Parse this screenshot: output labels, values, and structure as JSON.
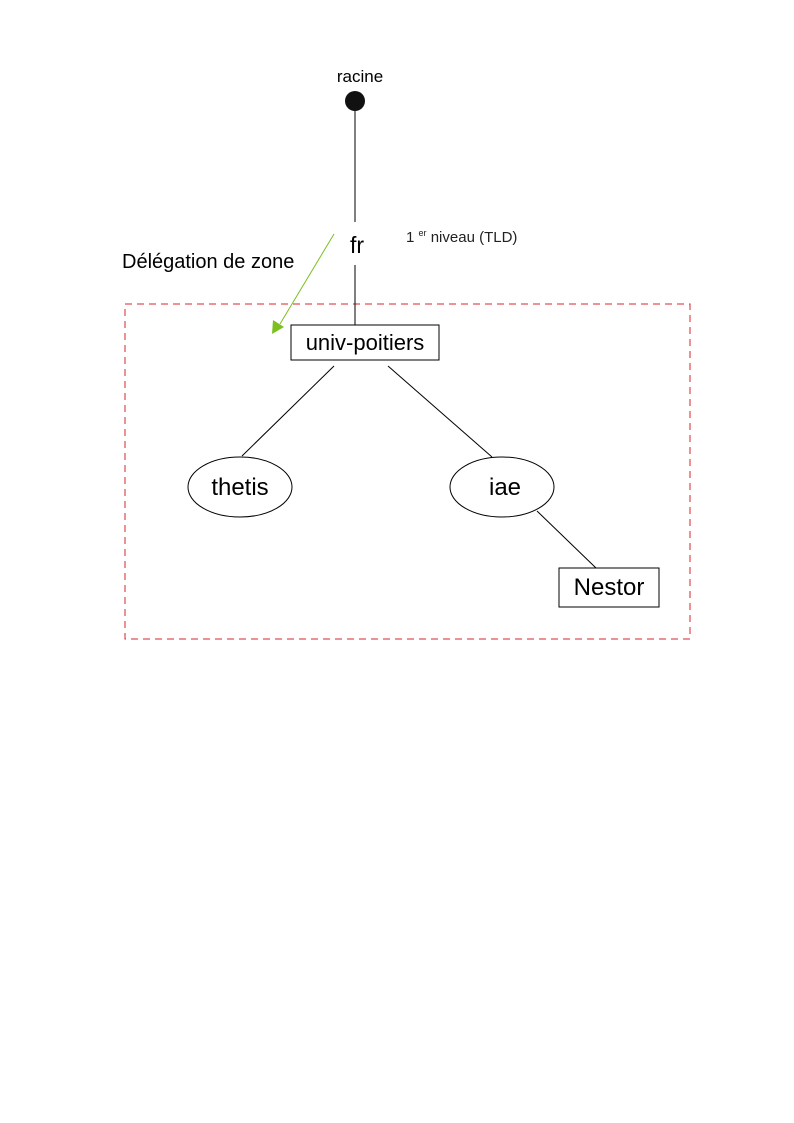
{
  "diagram": {
    "root_label": "racine",
    "tld_node": "fr",
    "tld_note_prefix": "1",
    "tld_note_sup": "er",
    "tld_note_suffix": " niveau (TLD)",
    "delegation_label": "Délégation de zone",
    "nodes": {
      "univ": "univ-poitiers",
      "thetis": "thetis",
      "iae": "iae",
      "nestor": "Nestor"
    },
    "colors": {
      "zone_border": "#d9252a",
      "delegation_arrow": "#7cc01f",
      "root_dot": "#111111"
    }
  }
}
